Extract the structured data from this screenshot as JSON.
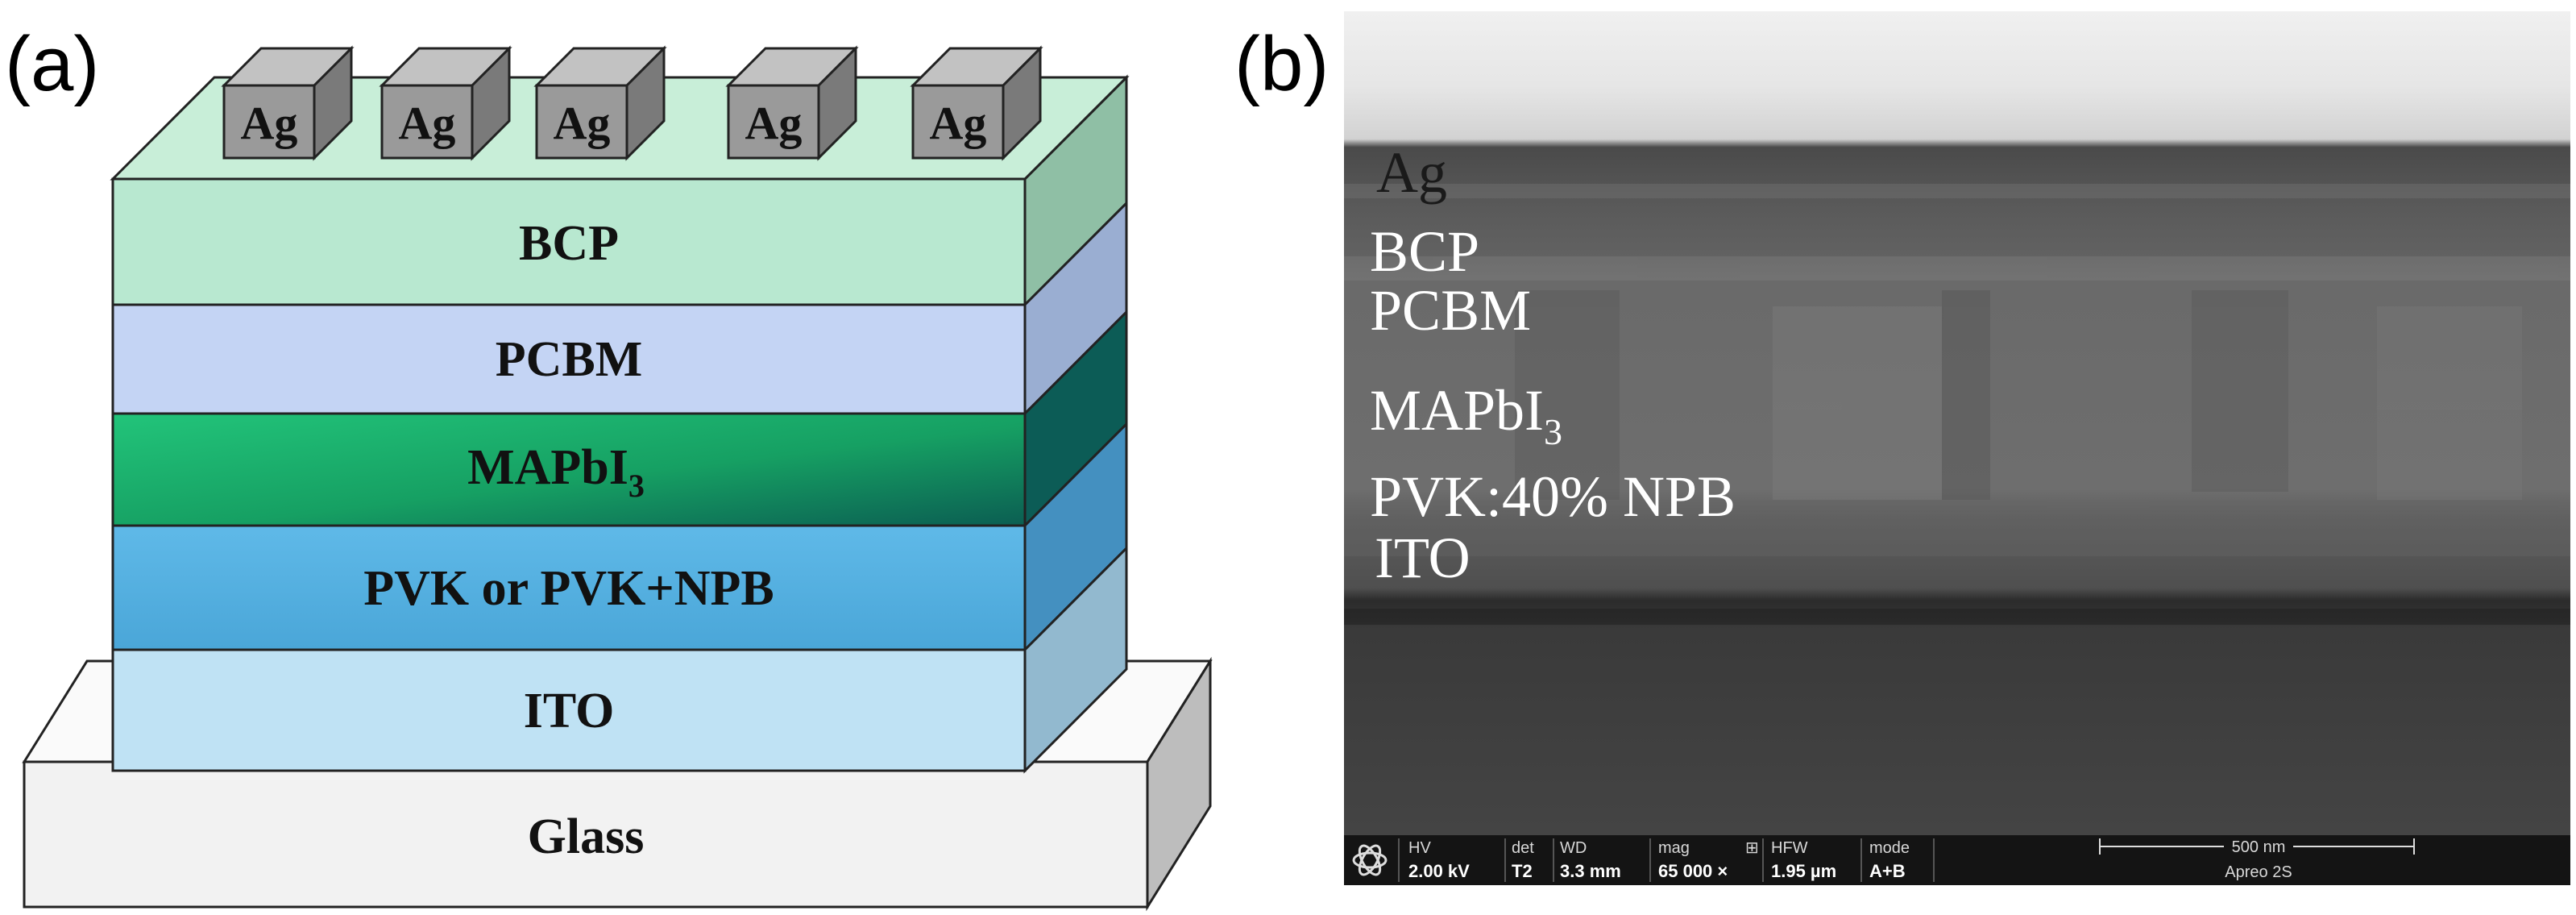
{
  "panel_a": {
    "label": "(a)",
    "electrodes": [
      "Ag",
      "Ag",
      "Ag",
      "Ag",
      "Ag"
    ],
    "layers": {
      "bcp": "BCP",
      "pcbm": "PCBM",
      "mapbi": "MAPbI",
      "mapbi_sub": "3",
      "pvk": "PVK or PVK+NPB",
      "ito": "ITO",
      "glass": "Glass"
    },
    "colors": {
      "bcp": "#b8e8d0",
      "pcbm": "#c4d4f4",
      "mapbi": "#1fb86a",
      "pvk": "#5ab4e4",
      "ito": "#bfe2f4",
      "glass": "#f2f2f2",
      "ag": "#9a9a9a"
    }
  },
  "panel_b": {
    "label": "(b)",
    "layer_labels": {
      "ag": "Ag",
      "bcp": "BCP",
      "pcbm": "PCBM",
      "mapbi": "MAPbI",
      "mapbi_sub": "3",
      "pvk_npb": "PVK:40% NPB",
      "ito": "ITO"
    },
    "databar": {
      "hv_label": "HV",
      "hv_value": "2.00 kV",
      "det_label": "det",
      "det_value": "T2",
      "wd_label": "WD",
      "wd_value": "3.3 mm",
      "mag_label": "mag",
      "mag_icon": "⊞",
      "mag_value": "65 000 ×",
      "hfw_label": "HFW",
      "hfw_value": "1.95 µm",
      "mode_label": "mode",
      "mode_value": "A+B",
      "scale_label": "500 nm",
      "instrument": "Apreo 2S"
    }
  }
}
